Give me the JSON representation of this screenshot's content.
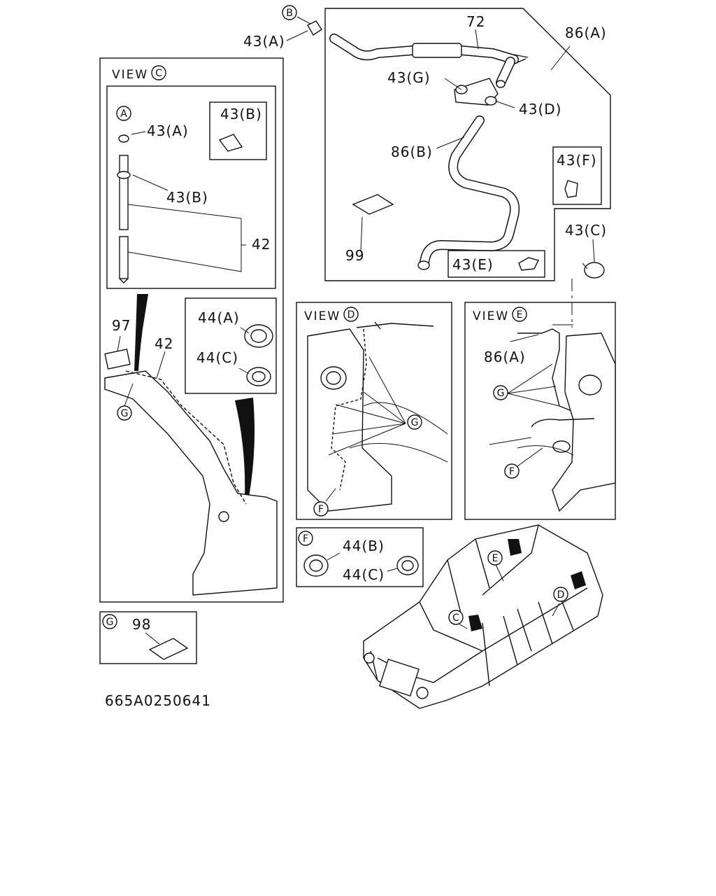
{
  "views": {
    "c_title": "VIEW",
    "d_title": "VIEW",
    "e_title": "VIEW"
  },
  "circle_letters": {
    "A": "A",
    "B": "B",
    "C": "C",
    "D": "D",
    "E": "E",
    "F": "F",
    "G": "G"
  },
  "labels": {
    "p43A": "43(A)",
    "p43B": "43(B)",
    "p43C": "43(C)",
    "p43D": "43(D)",
    "p43E": "43(E)",
    "p43F": "43(F)",
    "p43G": "43(G)",
    "p44A": "44(A)",
    "p44B": "44(B)",
    "p44C": "44(C)",
    "p42": "42",
    "p72": "72",
    "p86A": "86(A)",
    "p86B": "86(B)",
    "p97": "97",
    "p98": "98",
    "p99": "99"
  },
  "footer": {
    "code": "665A0250641"
  },
  "colors": {
    "ink": "#111111",
    "paper": "#ffffff"
  }
}
